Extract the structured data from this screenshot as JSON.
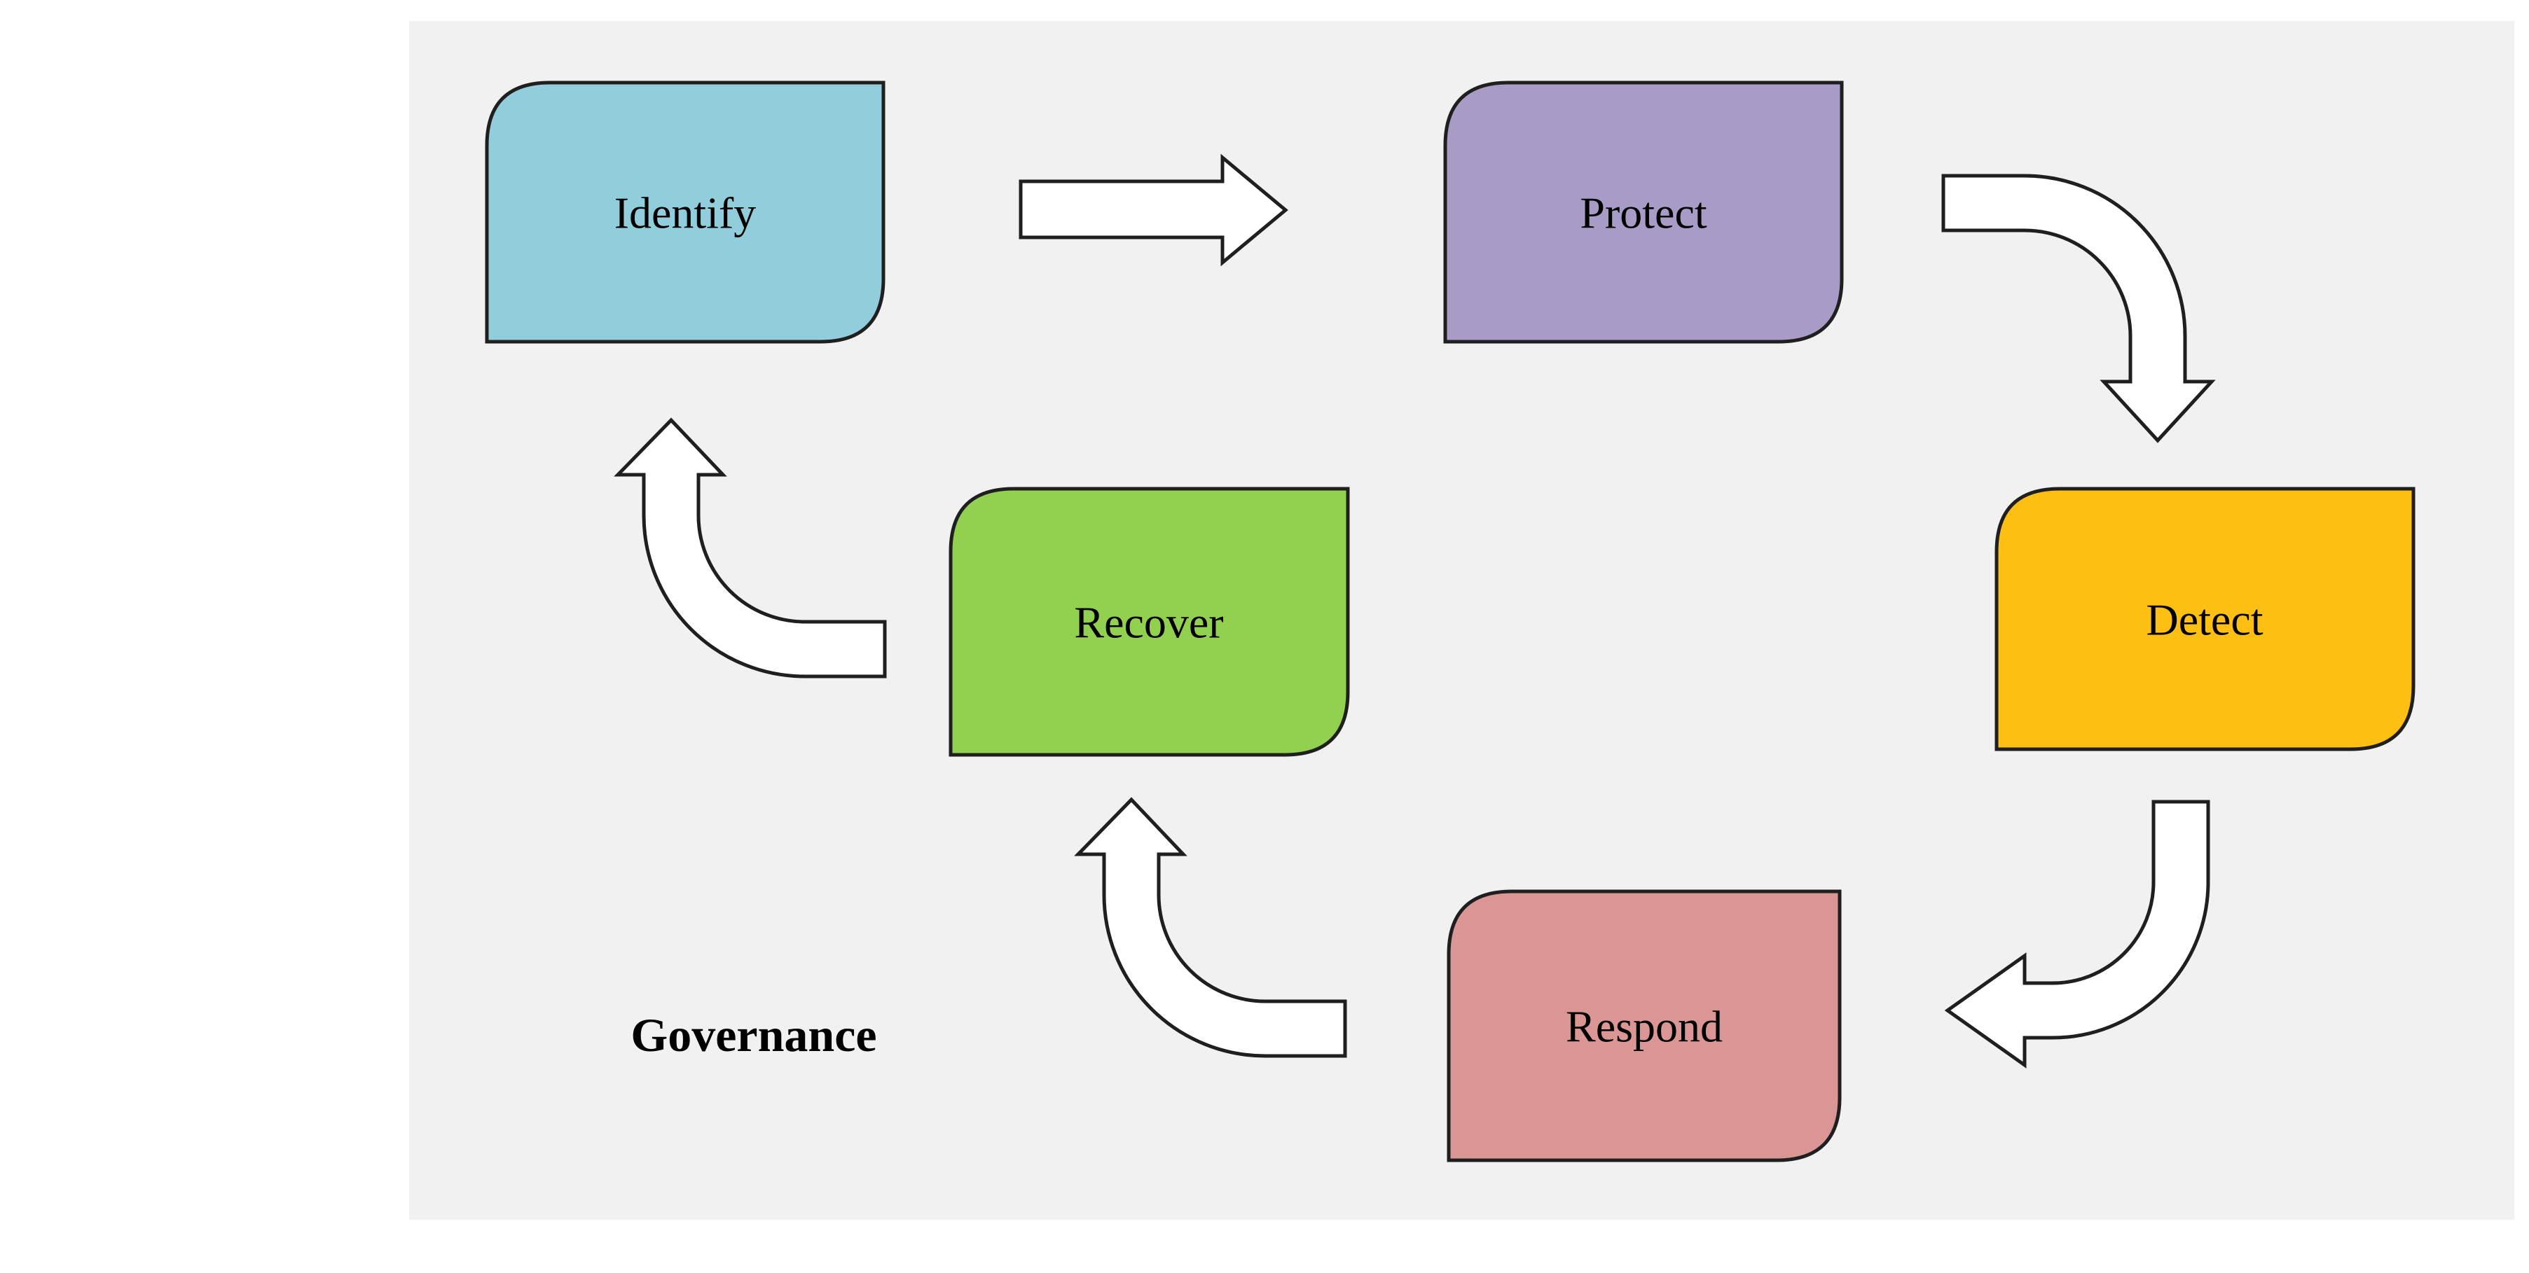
{
  "diagram": {
    "page_background": "#ffffff",
    "panel_background": "#f1f1f2",
    "outline_color": "#1f1f1f",
    "arrow_fill": "#ffffff",
    "nodes": [
      {
        "id": "identify",
        "label": "Identify",
        "color": "#92cddc"
      },
      {
        "id": "protect",
        "label": "Protect",
        "color": "#a89cc6"
      },
      {
        "id": "detect",
        "label": "Detect",
        "color": "#fcbf12"
      },
      {
        "id": "recover",
        "label": "Recover",
        "color": "#92d050"
      },
      {
        "id": "respond",
        "label": "Respond",
        "color": "#d99694"
      }
    ],
    "governance_label": "Governance",
    "flow": [
      {
        "from": "Identify",
        "to": "Protect"
      },
      {
        "from": "Protect",
        "to": "Detect"
      },
      {
        "from": "Detect",
        "to": "Respond"
      },
      {
        "from": "Respond",
        "to": "Recover"
      },
      {
        "from": "Recover",
        "to": "Identify"
      }
    ]
  }
}
